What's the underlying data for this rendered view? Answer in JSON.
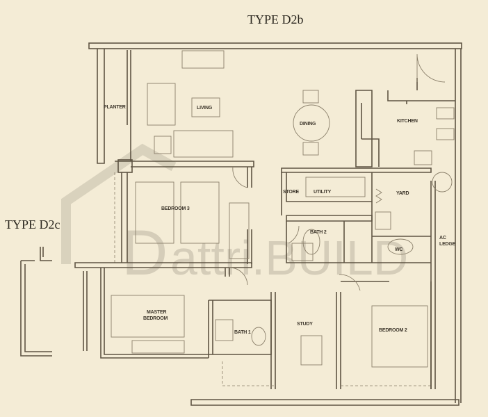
{
  "titles": {
    "main": "TYPE D2b",
    "alt": "TYPE D2c"
  },
  "rooms": {
    "planter": "PLANTER",
    "living": "LIVING",
    "dining": "DINING",
    "kitchen": "KITCHEN",
    "bedroom3": "BEDROOM 3",
    "store": "STORE",
    "utility": "UTILITY",
    "yard": "YARD",
    "bath2": "BATH 2",
    "wc": "WC",
    "ac_ledge_1": "AC",
    "ac_ledge_2": "LEDGE",
    "master_bedroom_1": "MASTER",
    "master_bedroom_2": "BEDROOM",
    "bath1": "BATH 1",
    "study": "STUDY",
    "bedroom2": "BEDROOM 2"
  },
  "watermark": "Dattri.BUILD",
  "colors": {
    "paper": "#f4ecd6",
    "line": "#5e5443"
  }
}
